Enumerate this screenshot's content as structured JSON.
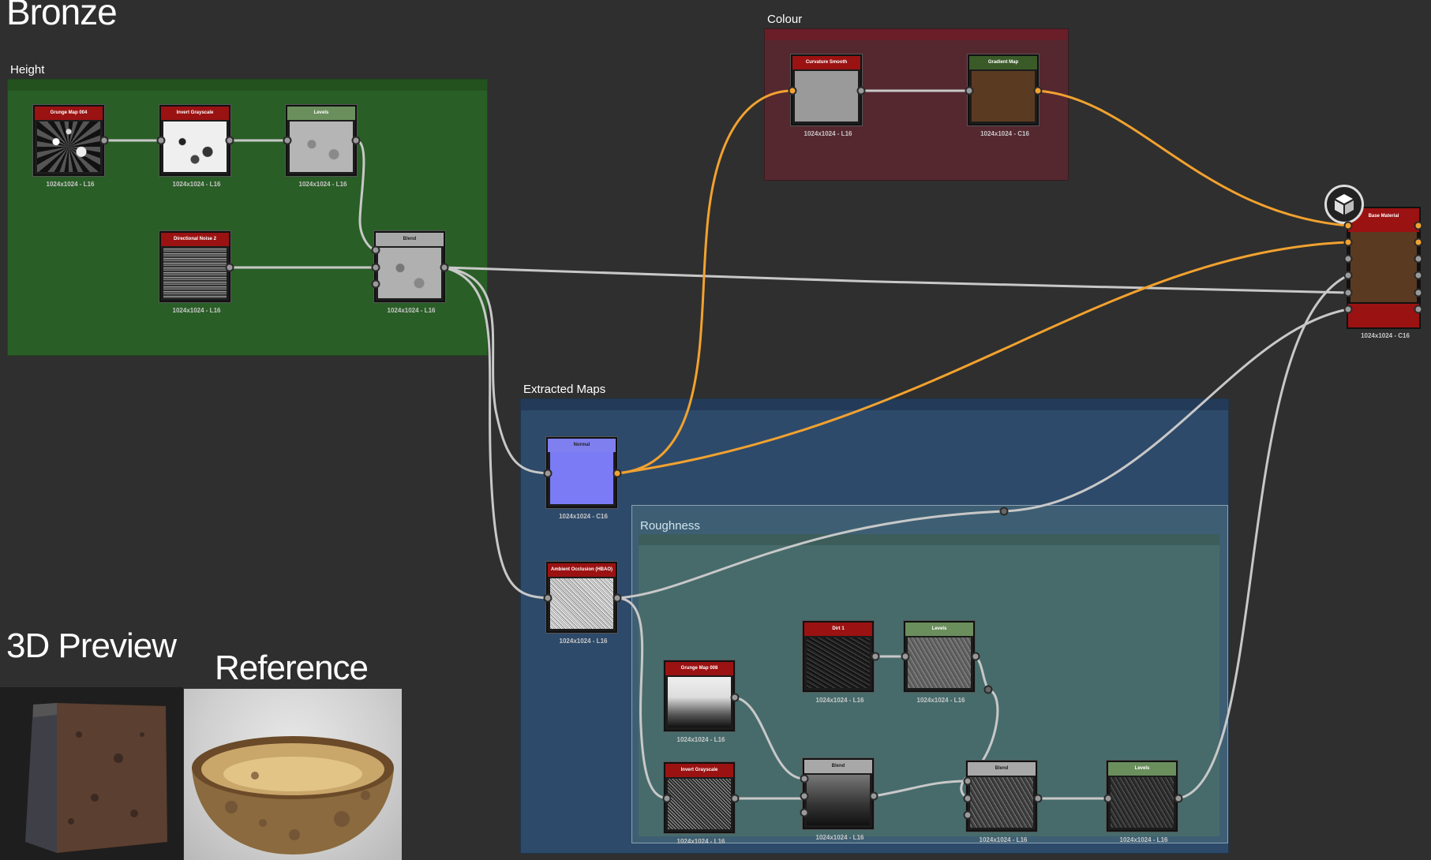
{
  "page": {
    "title": "Bronze"
  },
  "frames": {
    "height": {
      "title": "Height"
    },
    "colour": {
      "title": "Colour"
    },
    "extracted": {
      "title": "Extracted Maps"
    },
    "roughness": {
      "title": "Roughness"
    }
  },
  "nodes": {
    "grunge_004": {
      "label": "Grunge Map 004",
      "info": "1024x1024 - L16"
    },
    "invert_1": {
      "label": "Invert Grayscale",
      "info": "1024x1024 - L16"
    },
    "levels_1": {
      "label": "Levels",
      "info": "1024x1024 - L16"
    },
    "dir_noise": {
      "label": "Directional Noise 2",
      "info": "1024x1024 - L16"
    },
    "blend_1": {
      "label": "Blend",
      "info": "1024x1024 - L16"
    },
    "curvature": {
      "label": "Curvature Smooth",
      "info": "1024x1024 - L16"
    },
    "gradient": {
      "label": "Gradient Map",
      "info": "1024x1024 - C16"
    },
    "base_material": {
      "label": "Base Material",
      "info": "1024x1024 - C16"
    },
    "normal": {
      "label": "Normal",
      "info": "1024x1024 - C16"
    },
    "ao": {
      "label": "Ambient Occlusion (HBAO)",
      "info": "1024x1024 - L16"
    },
    "dirt": {
      "label": "Dirt 1",
      "info": "1024x1024 - L16"
    },
    "levels_2": {
      "label": "Levels",
      "info": "1024x1024 - L16"
    },
    "grunge_008": {
      "label": "Grunge Map 008",
      "info": "1024x1024 - L16"
    },
    "invert_2": {
      "label": "Invert Grayscale",
      "info": "1024x1024 - L16"
    },
    "blend_2": {
      "label": "Blend",
      "info": "1024x1024 - L16"
    },
    "blend_3": {
      "label": "Blend",
      "info": "1024x1024 - L16"
    },
    "levels_3": {
      "label": "Levels",
      "info": "1024x1024 - L16"
    }
  },
  "panels": {
    "preview_3d": {
      "title": "3D Preview"
    },
    "reference": {
      "title": "Reference"
    }
  },
  "colors": {
    "background": "#2f2f2f",
    "height_frame": "#2a5e27",
    "colour_frame": "#552830",
    "extracted_frame": "#2e4a6a",
    "roughness_frame": "#476b6b",
    "wire_grey": "#c8c8c8",
    "wire_orange": "#f2a22f",
    "header_red": "#9b1212",
    "header_green": "#6a8f5d",
    "header_grey": "#a8a8a8"
  },
  "icons": {
    "output_node_icon": "cube-icon"
  }
}
